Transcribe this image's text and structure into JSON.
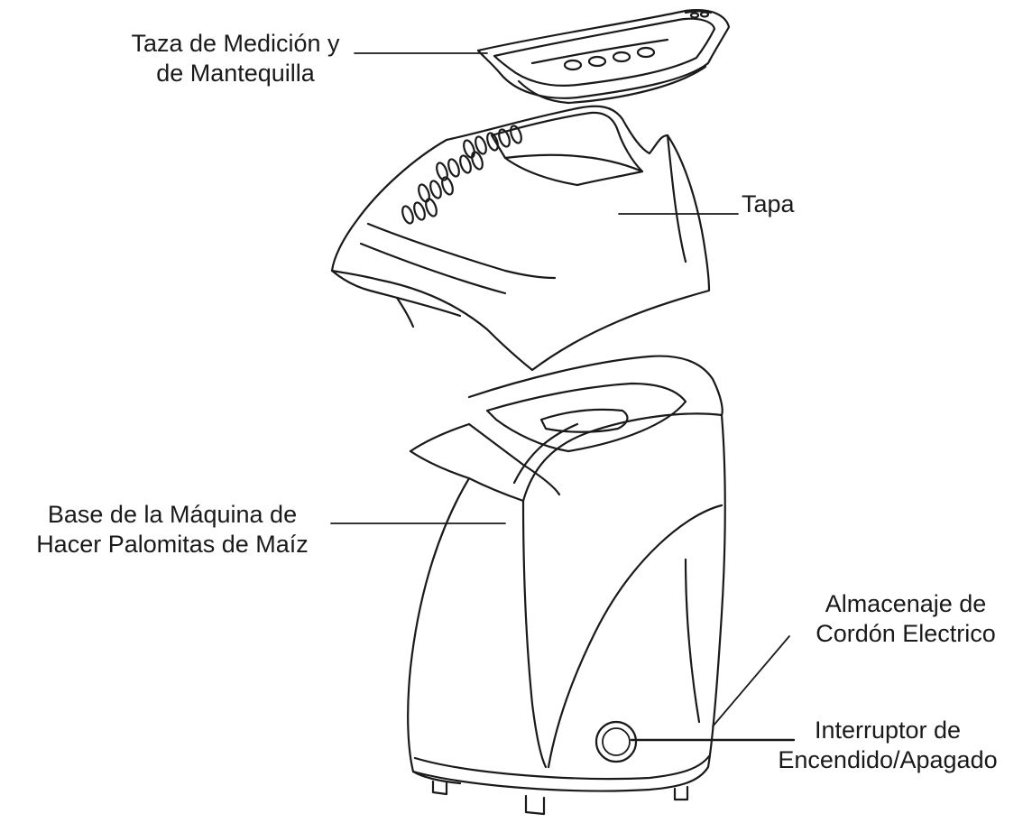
{
  "diagram": {
    "colors": {
      "background": "#ffffff",
      "ink": "#1a1a1a"
    },
    "labels": {
      "measuring_cup": {
        "line1": "Taza de Medición y",
        "line2": "de Mantequilla"
      },
      "lid": {
        "line1": "Tapa"
      },
      "base": {
        "line1": "Base de la Máquina de",
        "line2": "Hacer Palomitas de Maíz"
      },
      "cord_storage": {
        "line1": "Almacenaje de",
        "line2": "Cordón Electrico"
      },
      "power_switch": {
        "line1": "Interruptor de",
        "line2": "Encendido/Apagado"
      }
    }
  }
}
